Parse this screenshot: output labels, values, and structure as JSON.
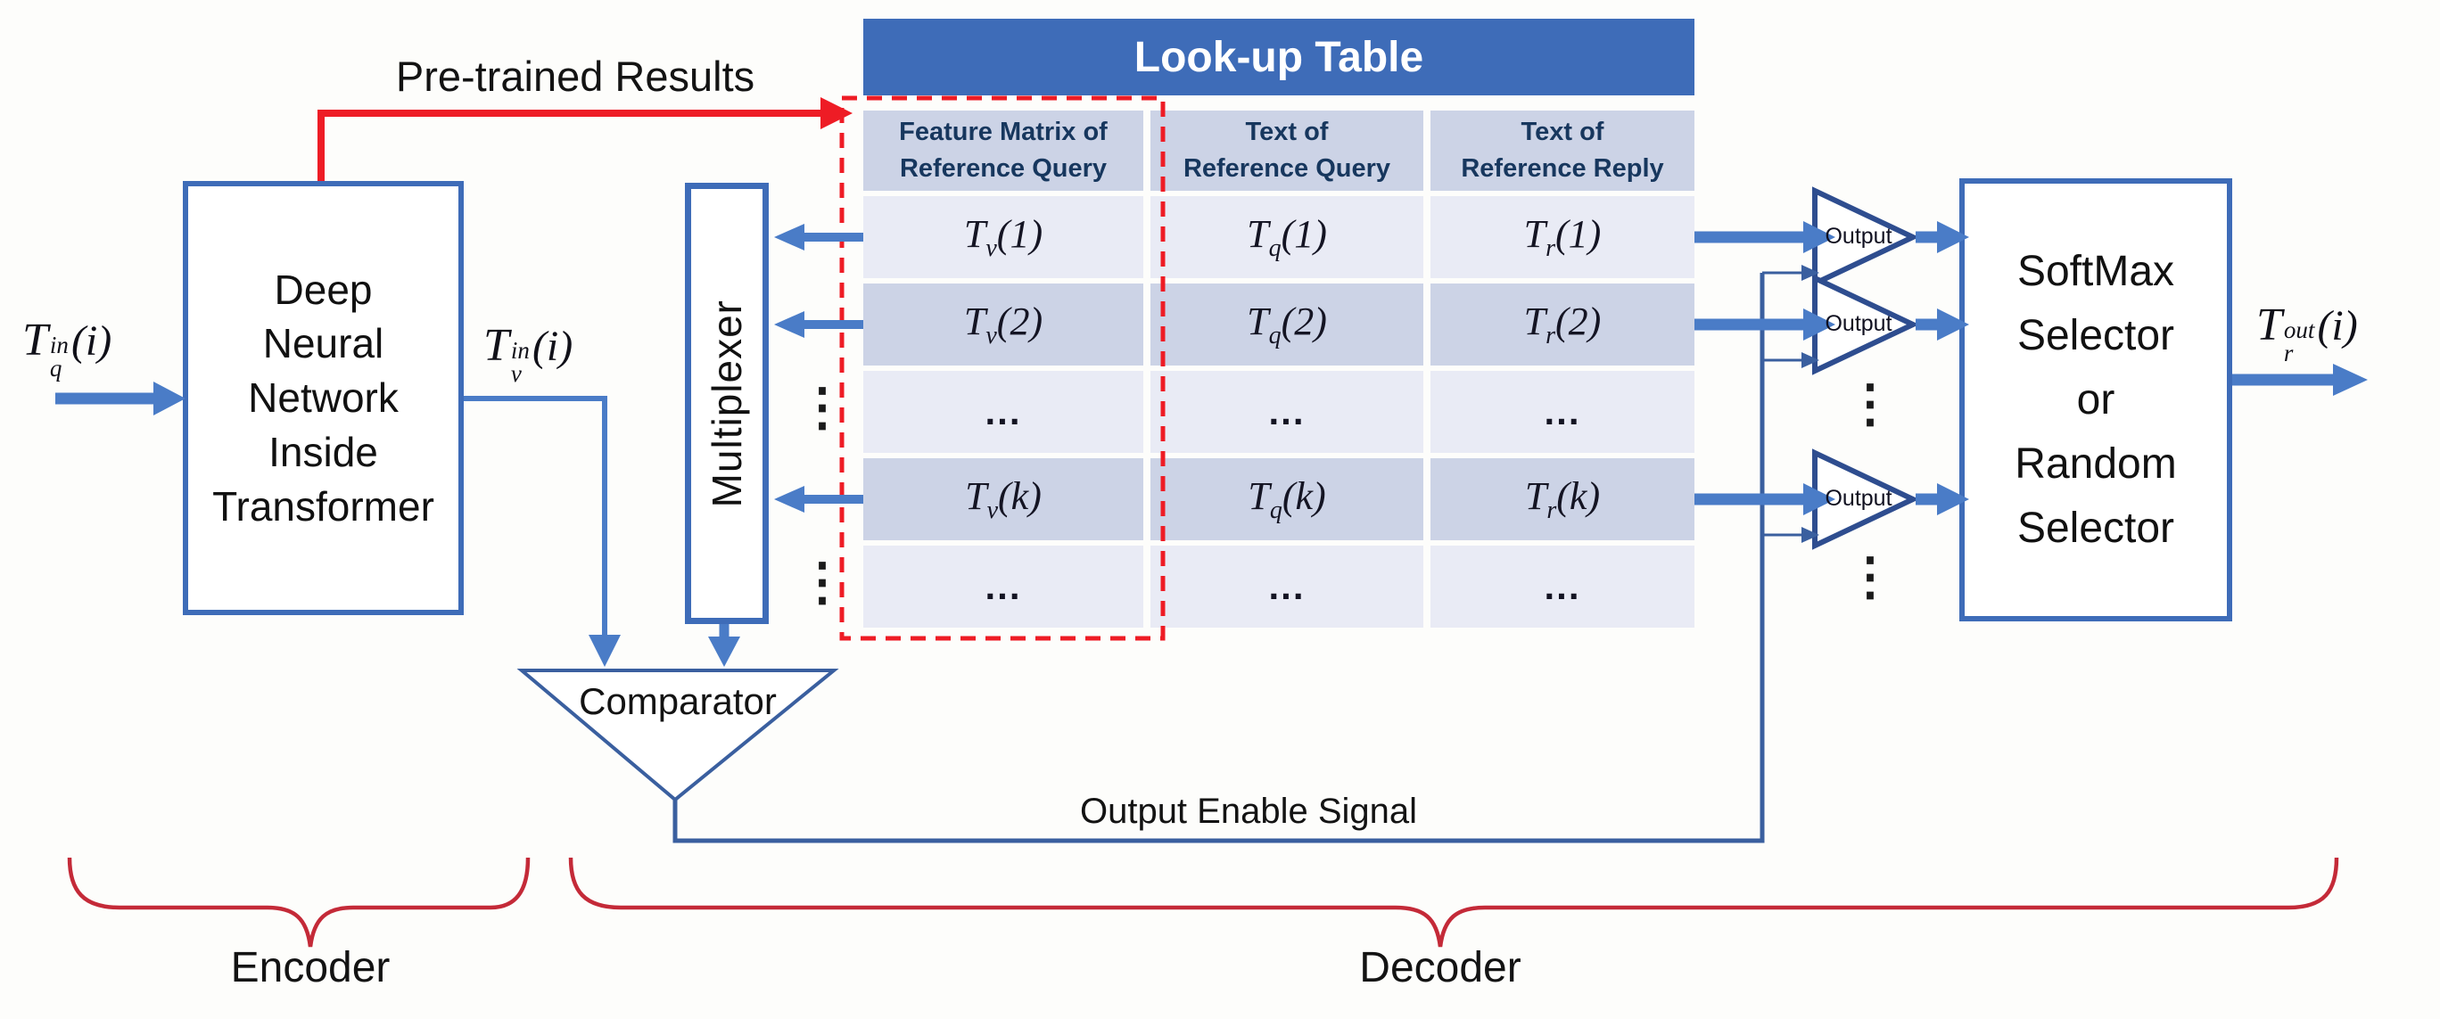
{
  "labels": {
    "pretrained": "Pre-trained Results",
    "multiplexer": "Multiplexer",
    "comparator": "Comparator",
    "output_enable": "Output Enable Signal",
    "encoder": "Encoder",
    "decoder": "Decoder",
    "buffer": "Output",
    "vdots": "⋮"
  },
  "dnn_lines": [
    "Deep",
    "Neural",
    "Network",
    "Inside",
    "Transformer"
  ],
  "softmax_lines": [
    "SoftMax",
    "Selector",
    "or",
    "Random",
    "Selector"
  ],
  "math": {
    "tq": {
      "base": "T",
      "sup": "in",
      "sub": "q",
      "arg": "(i)"
    },
    "tv": {
      "base": "T",
      "sup": "in",
      "sub": "v",
      "arg": "(i)"
    },
    "tr": {
      "base": "T",
      "sup": "out",
      "sub": "r",
      "arg": "(i)"
    }
  },
  "table": {
    "title": "Look-up Table",
    "columns": [
      [
        "Feature Matrix of",
        "Reference Query"
      ],
      [
        "Text of",
        "Reference Query"
      ],
      [
        "Text of",
        "Reference Reply"
      ]
    ],
    "rows": [
      {
        "cells": [
          {
            "base": "T",
            "sub": "v",
            "arg": "(1)"
          },
          {
            "base": "T",
            "sub": "q",
            "arg": "(1)"
          },
          {
            "base": "T",
            "sub": "r",
            "arg": "(1)"
          }
        ]
      },
      {
        "cells": [
          {
            "base": "T",
            "sub": "v",
            "arg": "(2)"
          },
          {
            "base": "T",
            "sub": "q",
            "arg": "(2)"
          },
          {
            "base": "T",
            "sub": "r",
            "arg": "(2)"
          }
        ]
      },
      {
        "dots": "..."
      },
      {
        "cells": [
          {
            "base": "T",
            "sub": "v",
            "arg": "(k)"
          },
          {
            "base": "T",
            "sub": "q",
            "arg": "(k)"
          },
          {
            "base": "T",
            "sub": "r",
            "arg": "(k)"
          }
        ]
      },
      {
        "dots": "..."
      }
    ]
  },
  "colors": {
    "box_border_blue": "#3e6cb8",
    "arrow_blue": "#4a7cc7",
    "line_navy": "#3a5f9f",
    "buffer_outline_navy": "#2e4d8f",
    "red": "#ee1c25",
    "brace_red": "#c42a38",
    "table_header_bg": "#3e6cb8",
    "table_header_text": "#ffffff",
    "col_header_bg": "#ccd3e6",
    "row_light_bg": "#e9ebf5",
    "row_dark_bg": "#ccd3e6",
    "col_header_text": "#17375e"
  }
}
